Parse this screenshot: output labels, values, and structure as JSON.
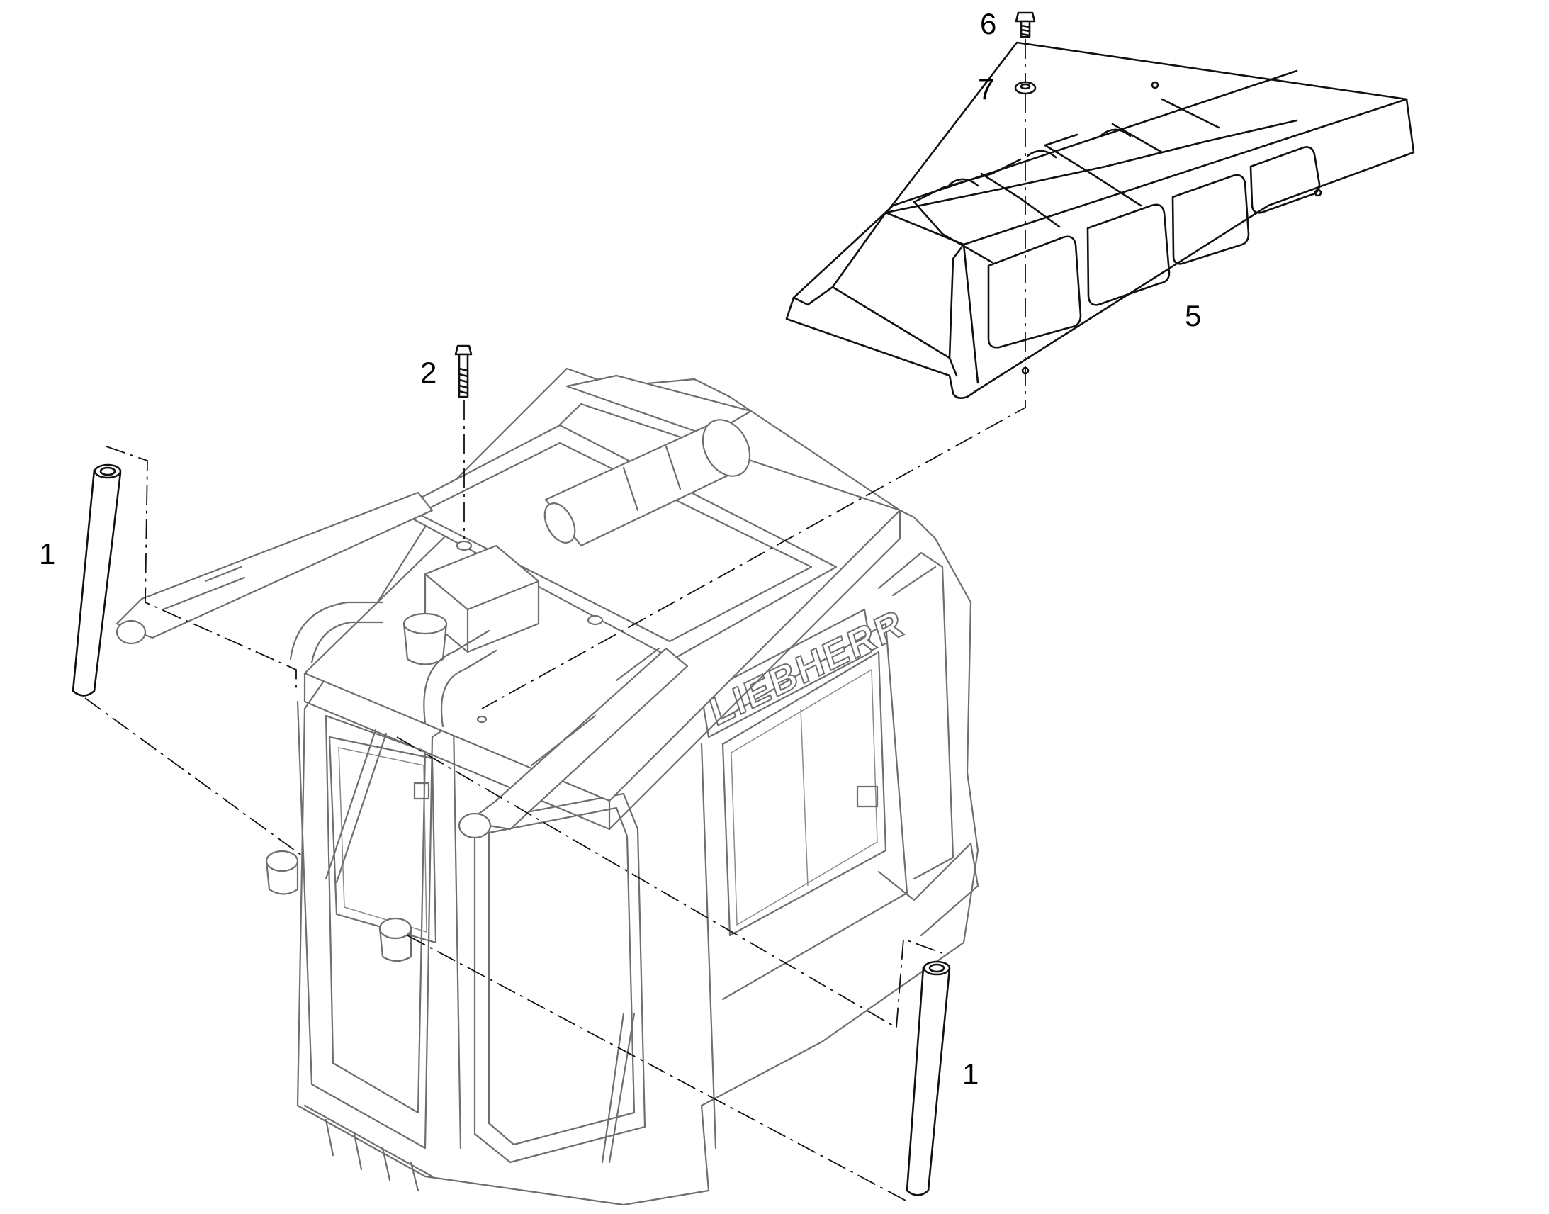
{
  "diagram": {
    "brand_text": "LIEBHERR",
    "callouts": [
      {
        "id": "pipe-left",
        "text": "1"
      },
      {
        "id": "bolt",
        "text": "2"
      },
      {
        "id": "guard",
        "text": "5"
      },
      {
        "id": "screw",
        "text": "6"
      },
      {
        "id": "washer",
        "text": "7"
      },
      {
        "id": "pipe-right",
        "text": "1"
      }
    ]
  },
  "colors": {
    "line_dark": "#111111",
    "line_light": "#6e6e6e",
    "background": "#ffffff"
  }
}
